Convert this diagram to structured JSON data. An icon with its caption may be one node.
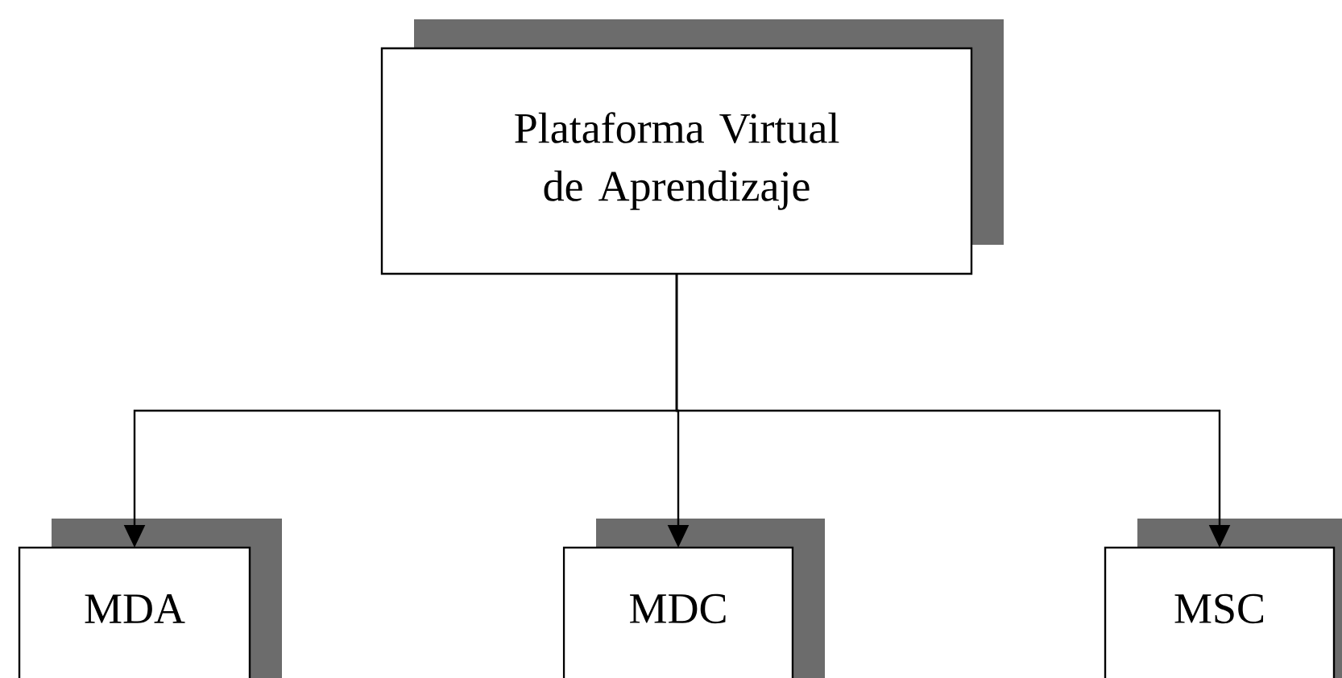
{
  "diagram": {
    "nodes": [
      {
        "text": [
          "Plataforma Virtual de Aprendizaje"
        ]
      },
      {
        "text": [
          "MDA"
        ]
      },
      {
        "text": [
          "MDC"
        ]
      },
      {
        "text": [
          "MSC"
        ]
      }
    ],
    "edges": [
      {
        "from": 0,
        "to": 1,
        "arrow": "to"
      },
      {
        "from": 0,
        "to": 2,
        "arrow": "to"
      },
      {
        "from": 0,
        "to": 3,
        "arrow": "to"
      }
    ]
  }
}
